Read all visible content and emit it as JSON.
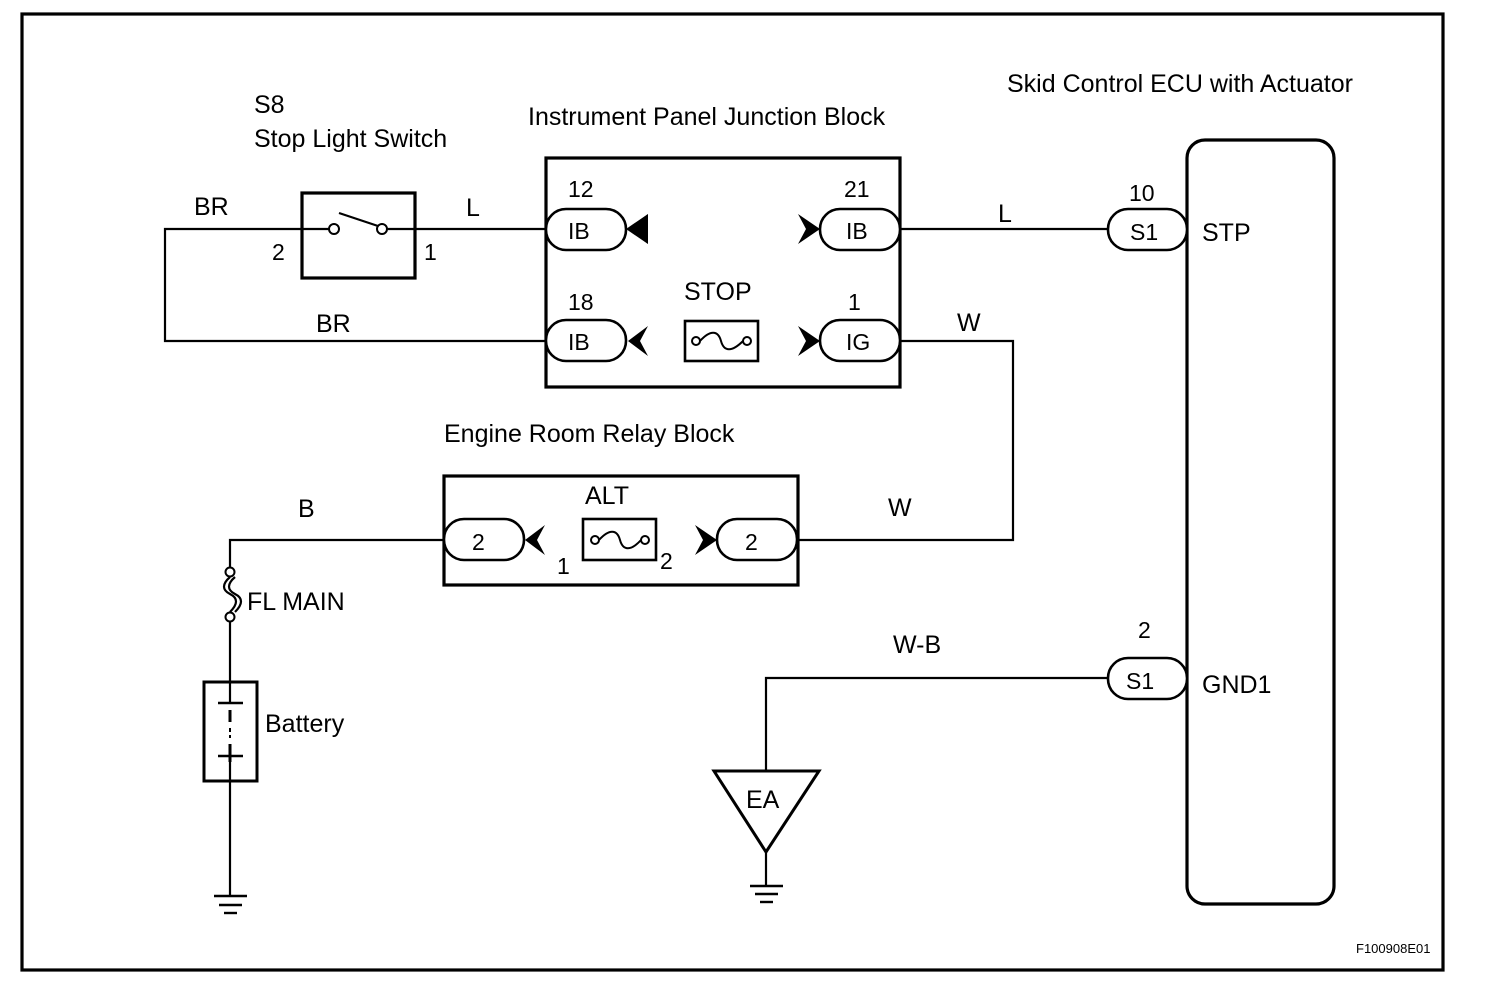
{
  "ecu": {
    "title": "Skid Control ECU with Actuator",
    "stp": "STP",
    "gnd1": "GND1"
  },
  "stop_switch": {
    "code": "S8",
    "name": "Stop Light Switch",
    "pin_left": "2",
    "pin_right": "1"
  },
  "ipjb": {
    "title": "Instrument Panel Junction Block",
    "fuse": "STOP",
    "c12": {
      "num": "12",
      "label": "IB"
    },
    "c21": {
      "num": "21",
      "label": "IB"
    },
    "c18": {
      "num": "18",
      "label": "IB"
    },
    "c1": {
      "num": "1",
      "label": "IG"
    }
  },
  "errb": {
    "title": "Engine Room Relay Block",
    "fuse": "ALT",
    "left_conn": "2",
    "right_conn": "2",
    "fuse_pin_left": "1",
    "fuse_pin_right": "2"
  },
  "ecu_conn": {
    "stp_num": "10",
    "stp_label": "S1",
    "gnd_num": "2",
    "gnd_label": "S1"
  },
  "wires": {
    "br_top": "BR",
    "br_bottom": "BR",
    "l_left": "L",
    "l_right": "L",
    "w_top": "W",
    "w_bottom": "W",
    "b": "B",
    "wb": "W-B"
  },
  "fl_main": "FL MAIN",
  "battery": "Battery",
  "ground": {
    "ea": "EA"
  },
  "figure_id": "F100908E01"
}
